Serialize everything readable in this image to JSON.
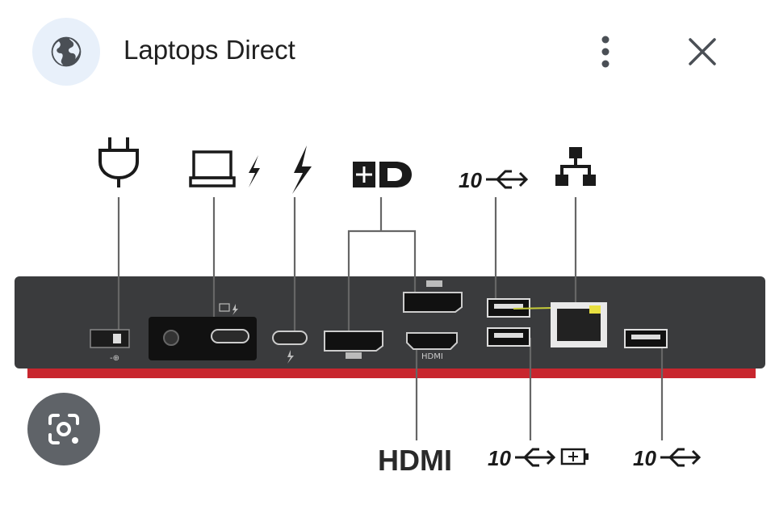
{
  "header": {
    "title": "Laptops Direct",
    "site_icon": "globe-icon",
    "menu_icon": "more-vert-icon",
    "close_icon": "close-icon"
  },
  "dock_labels": {
    "hdmi": "HDMI",
    "hdmi_port": "HDMI",
    "usb_speed_1": "10",
    "usb_speed_2": "10",
    "usb_speed_3": "10"
  },
  "fab": {
    "icon": "lens-search-icon"
  },
  "colors": {
    "accent_red": "#c8262e",
    "dock": "#3a3b3d",
    "fab": "#5f6368",
    "globe_bg": "#e8f0fa",
    "globe": "#4a4f55"
  }
}
